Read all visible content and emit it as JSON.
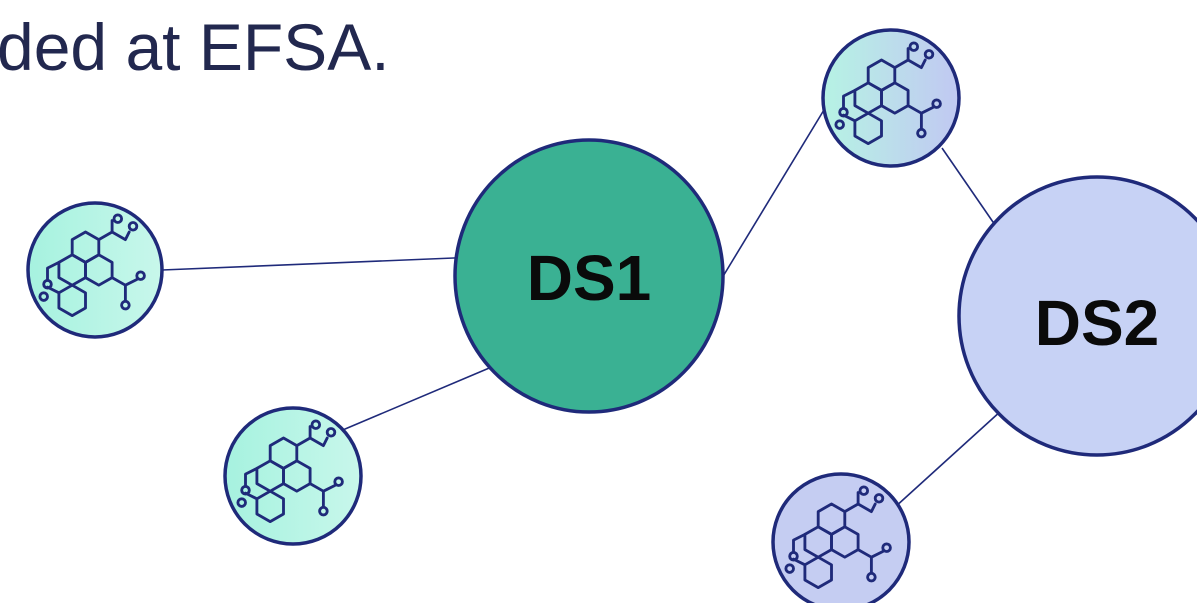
{
  "heading": "ded at EFSA.",
  "nodes": {
    "ds1_label": "DS1",
    "ds2_label": "DS2"
  },
  "icons": {
    "molecule": "molecule-icon"
  },
  "colors": {
    "ds1_fill": "#3ab193",
    "ds2_fill": "#c7d2f5",
    "outline": "#1f2a7a",
    "teal_light": "#b8f5e6",
    "lavender": "#c5cdf2",
    "text_dark": "#22284f"
  }
}
